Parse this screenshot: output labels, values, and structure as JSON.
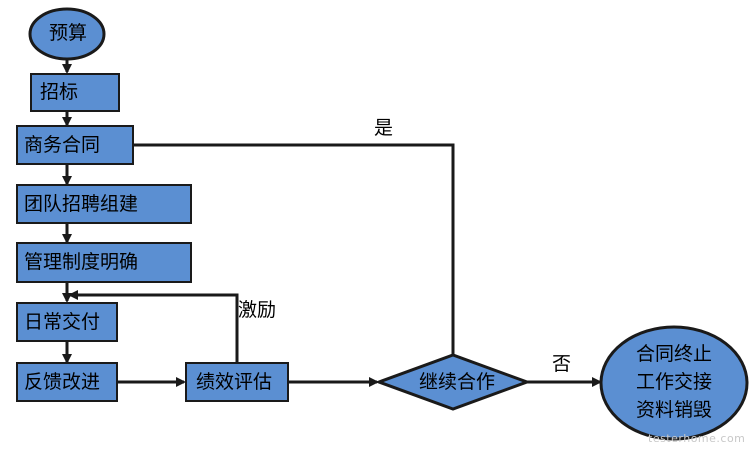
{
  "colors": {
    "fill": "#5b8fd2",
    "stroke": "#1a1a1a",
    "arrow": "#1a1a1a",
    "background": "#ffffff"
  },
  "nodes": {
    "start": "预算",
    "bidding": "招标",
    "contract": "商务合同",
    "team": "团队招聘组建",
    "management": "管理制度明确",
    "delivery": "日常交付",
    "improvement": "反馈改进",
    "evaluation": "绩效评估",
    "decision": "继续合作",
    "end_lines": [
      "合同终止",
      "工作交接",
      "资料销毁"
    ]
  },
  "edge_labels": {
    "yes": "是",
    "no": "否",
    "incentive": "激励"
  },
  "watermark": "testerhome.com"
}
